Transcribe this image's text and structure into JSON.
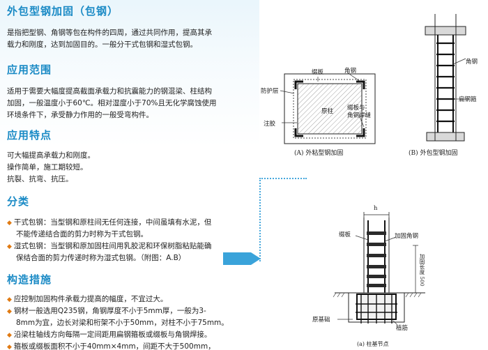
{
  "sections": {
    "title": "外包型钢加固（包钢）",
    "intro_lines": [
      "是指把型钢、角钢等包在构件的四周，通过共同作用，提高其承",
      "载力和刚度，达到加固目的。一般分干式包钢和湿式包钢。"
    ],
    "scope_title": "应用范围",
    "scope_lines": [
      "适用于需要大幅度提高截面承载力和抗震能力的钢混梁、柱结构",
      "加固，一般温度小于60℃。相对湿度小于70%且无化学腐蚀使用",
      "环境条件下，承受静力作用的一般受弯构件。"
    ],
    "features_title": "应用特点",
    "features_lines": [
      "可大幅提高承载力和刚度。",
      "操作简单，施工期较短。",
      "抗裂、抗弯、抗压。"
    ],
    "class_title": "分类",
    "class_items": [
      [
        "干式包钢：当型钢和原柱间无任何连接，中间虽填有水泥，但",
        "不能传递结合面的剪力时称为干式包钢。"
      ],
      [
        "湿式包钢：当型钢和原加固柱间用乳胶泥和环保树脂粘贴能确",
        "保结合面的剪力传递时称为湿式包钢。（附图：A.B）"
      ]
    ],
    "measures_title": "构造措施",
    "measures_items": [
      [
        "应控制加固构件承载力提高的幅度，不宜过大。"
      ],
      [
        "钢材一般选用Q235钢，角钢厚度不小于5mm厚，一般为3-",
        "8mm为宜，边长对梁和桁架不小于50mm，对柱不小于75mm。"
      ],
      [
        "沿梁柱轴线方向每隔一定间距用扁钢箍板或缀板与角钢焊接。"
      ],
      [
        "箍板或缀板面积不小于40mm×4mm，间距不大于500mm，"
      ]
    ]
  },
  "figure_a": {
    "labels": [
      "缀板",
      "角钢",
      "防护层",
      "原柱",
      "缀板与",
      "角钢焊缝",
      "注胶"
    ],
    "caption": "(A) 外粘型钢加固"
  },
  "figure_b": {
    "labels": [
      "角钢",
      "扁钢箍"
    ],
    "caption": "(B) 外包型钢加固"
  },
  "figure_c": {
    "labels": [
      "h",
      "缀板",
      "加固角钢",
      "加固长度 500",
      "原基础",
      "植筋"
    ],
    "caption": "(a) 柱基节点"
  },
  "colors": {
    "heading": "#1a8ac5",
    "bullet": "#e07a12",
    "guide": "#45a7dc"
  }
}
